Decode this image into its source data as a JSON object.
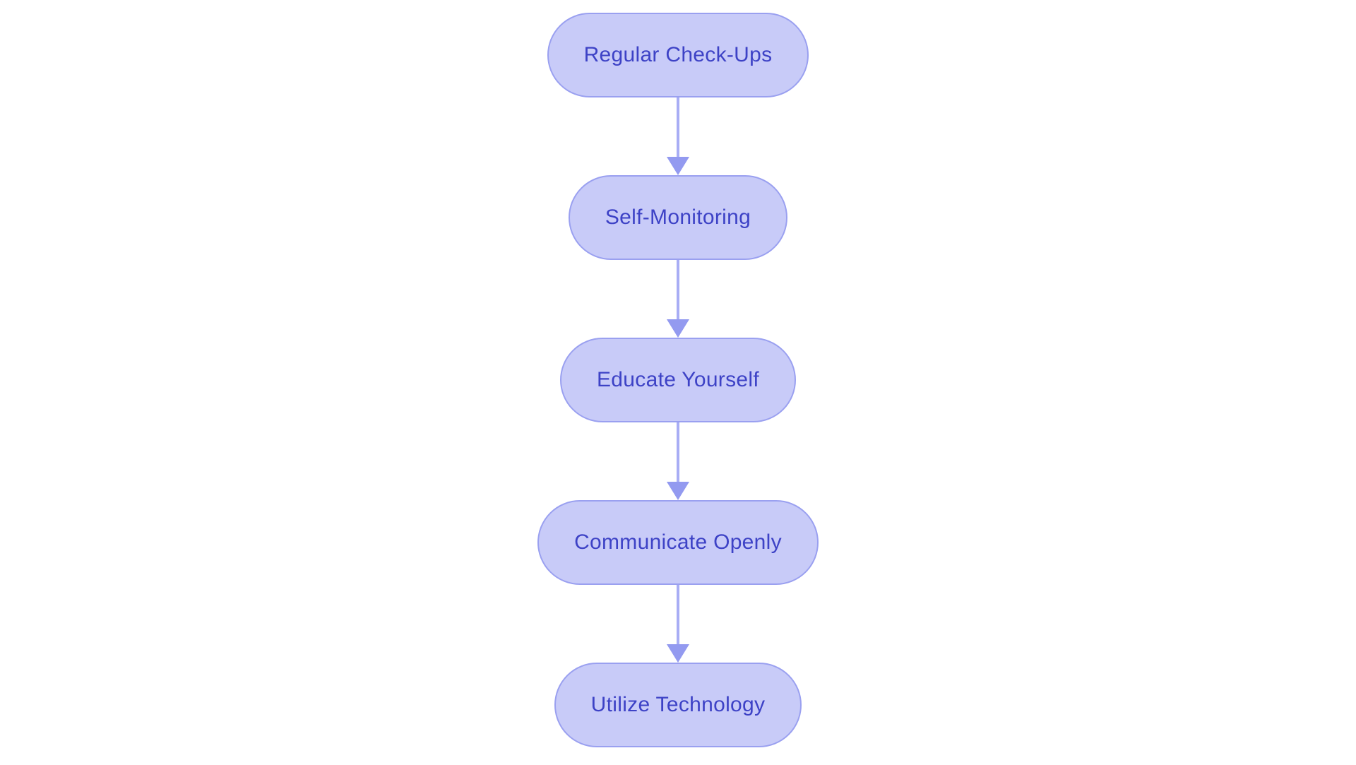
{
  "diagram": {
    "type": "flowchart",
    "direction": "top-down",
    "nodes": [
      {
        "label": "Regular Check-Ups"
      },
      {
        "label": "Self-Monitoring"
      },
      {
        "label": "Educate Yourself"
      },
      {
        "label": "Communicate Openly"
      },
      {
        "label": "Utilize Technology"
      }
    ],
    "edges": [
      {
        "from": "Regular Check-Ups",
        "to": "Self-Monitoring"
      },
      {
        "from": "Self-Monitoring",
        "to": "Educate Yourself"
      },
      {
        "from": "Educate Yourself",
        "to": "Communicate Openly"
      },
      {
        "from": "Communicate Openly",
        "to": "Utilize Technology"
      }
    ],
    "colors": {
      "background": "#ffffff",
      "node_fill": "#c8cbf8",
      "node_border": "#9aa0f0",
      "node_text": "#3d42c6",
      "arrow_stem": "#a8adf5",
      "arrow_head": "#939af0"
    }
  }
}
